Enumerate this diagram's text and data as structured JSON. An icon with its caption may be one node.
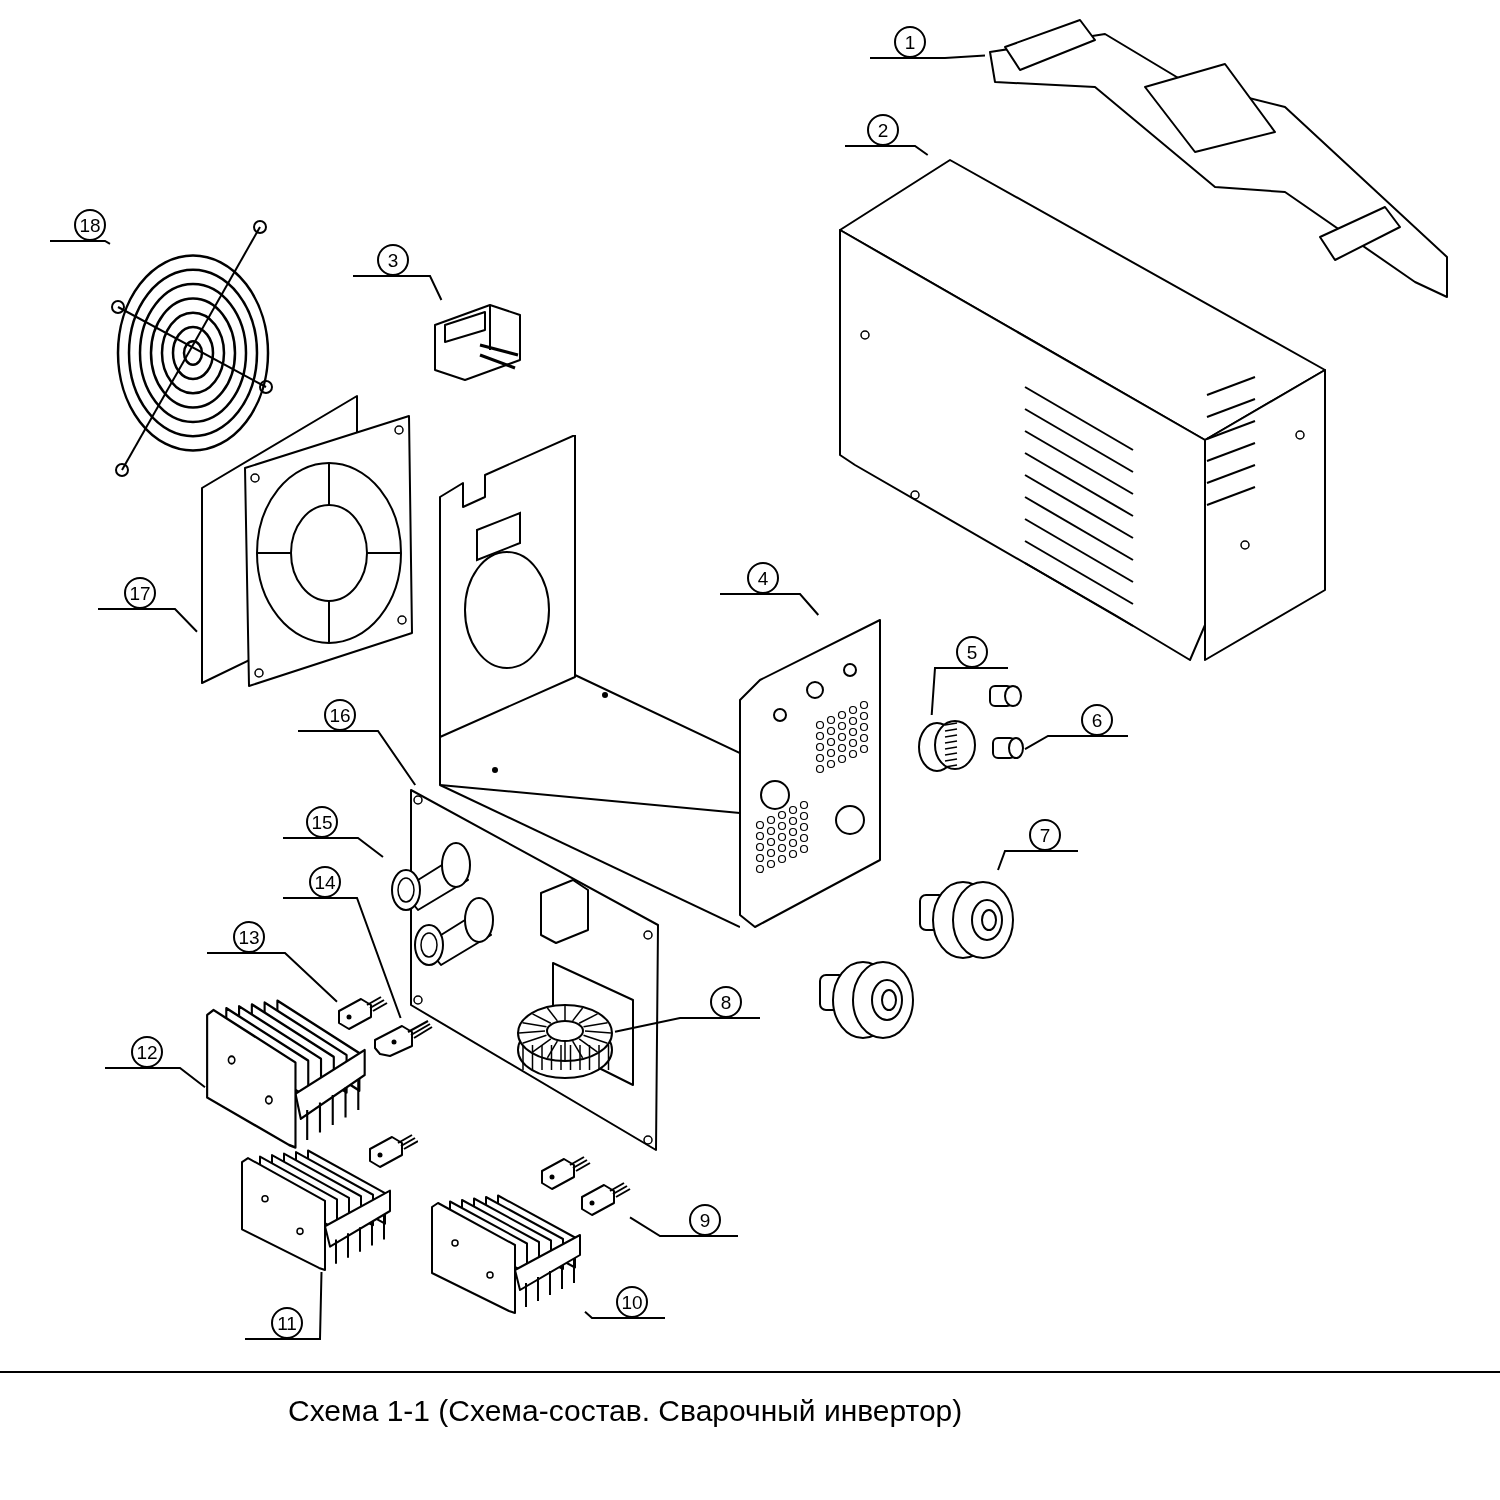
{
  "diagram": {
    "caption": "Схема 1-1 (Схема-состав. Сварочный инвертор)",
    "nodes": [
      {
        "text": [
          "1"
        ]
      },
      {
        "text": [
          "2"
        ]
      },
      {
        "text": [
          "3"
        ]
      },
      {
        "text": [
          "4"
        ]
      },
      {
        "text": [
          "5"
        ]
      },
      {
        "text": [
          "6"
        ]
      },
      {
        "text": [
          "7"
        ]
      },
      {
        "text": [
          "8"
        ]
      },
      {
        "text": [
          "9"
        ]
      },
      {
        "text": [
          "10"
        ]
      },
      {
        "text": [
          "11"
        ]
      },
      {
        "text": [
          "12"
        ]
      },
      {
        "text": [
          "13"
        ]
      },
      {
        "text": [
          "14"
        ]
      },
      {
        "text": [
          "15"
        ]
      },
      {
        "text": [
          "16"
        ]
      },
      {
        "text": [
          "17"
        ]
      },
      {
        "text": [
          "18"
        ]
      },
      {
        "text": [],
        "shape": "picture"
      },
      {
        "text": [],
        "shape": "picture"
      },
      {
        "text": [],
        "shape": "picture"
      },
      {
        "text": [],
        "shape": "picture"
      },
      {
        "text": [],
        "shape": "picture"
      },
      {
        "text": [],
        "shape": "picture"
      },
      {
        "text": [],
        "shape": "picture"
      },
      {
        "text": [],
        "shape": "picture"
      },
      {
        "text": [],
        "shape": "picture",
        "in": 25
      },
      {
        "text": [],
        "shape": "picture"
      },
      {
        "text": [],
        "shape": "picture"
      },
      {
        "text": [],
        "shape": "picture"
      },
      {
        "text": [],
        "shape": "picture"
      },
      {
        "text": [],
        "shape": "picture"
      },
      {
        "text": [],
        "shape": "picture"
      },
      {
        "text": [],
        "shape": "picture"
      },
      {
        "text": [],
        "shape": "picture"
      },
      {
        "text": [],
        "shape": "picture"
      }
    ],
    "edges": [
      {
        "from": 0,
        "to": 18,
        "arrow": "none"
      },
      {
        "from": 1,
        "to": 19,
        "arrow": "none"
      },
      {
        "from": 2,
        "to": 20,
        "arrow": "none"
      },
      {
        "from": 3,
        "to": 21,
        "arrow": "none"
      },
      {
        "from": 4,
        "to": 22,
        "arrow": "none"
      },
      {
        "from": 5,
        "to": 23,
        "arrow": "none"
      },
      {
        "from": 6,
        "to": 24,
        "arrow": "none"
      },
      {
        "from": 7,
        "to": 26,
        "arrow": "none"
      },
      {
        "from": 8,
        "to": 27,
        "arrow": "none"
      },
      {
        "from": 9,
        "to": 28,
        "arrow": "none"
      },
      {
        "from": 10,
        "to": 29,
        "arrow": "none"
      },
      {
        "from": 11,
        "to": 30,
        "arrow": "none"
      },
      {
        "from": 12,
        "to": 32,
        "arrow": "none"
      },
      {
        "from": 13,
        "to": 31,
        "arrow": "none"
      },
      {
        "from": 14,
        "to": 33,
        "arrow": "none"
      },
      {
        "from": 15,
        "to": 25,
        "arrow": "none"
      },
      {
        "from": 16,
        "to": 34,
        "arrow": "none"
      },
      {
        "from": 17,
        "to": 35,
        "arrow": "none"
      }
    ]
  }
}
